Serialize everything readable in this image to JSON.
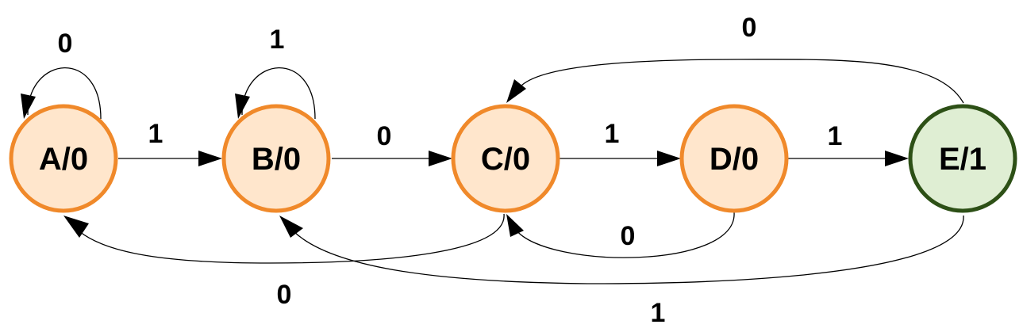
{
  "colors": {
    "normal_fill": "#ffe6cc",
    "normal_stroke": "#f0892a",
    "accept_fill": "#dfeed3",
    "accept_stroke": "#2d5016",
    "edge": "#000000"
  },
  "states": [
    {
      "id": "A",
      "label": "A/0",
      "accepting": false
    },
    {
      "id": "B",
      "label": "B/0",
      "accepting": false
    },
    {
      "id": "C",
      "label": "C/0",
      "accepting": false
    },
    {
      "id": "D",
      "label": "D/0",
      "accepting": false
    },
    {
      "id": "E",
      "label": "E/1",
      "accepting": true
    }
  ],
  "transitions": [
    {
      "from": "A",
      "to": "A",
      "input": "0"
    },
    {
      "from": "A",
      "to": "B",
      "input": "1"
    },
    {
      "from": "B",
      "to": "B",
      "input": "1"
    },
    {
      "from": "B",
      "to": "C",
      "input": "0"
    },
    {
      "from": "C",
      "to": "D",
      "input": "1"
    },
    {
      "from": "D",
      "to": "E",
      "input": "1"
    },
    {
      "from": "E",
      "to": "C",
      "input": "0"
    },
    {
      "from": "C",
      "to": "A",
      "input": "0"
    },
    {
      "from": "D",
      "to": "C",
      "input": "0"
    },
    {
      "from": "E",
      "to": "B",
      "input": "1"
    }
  ]
}
